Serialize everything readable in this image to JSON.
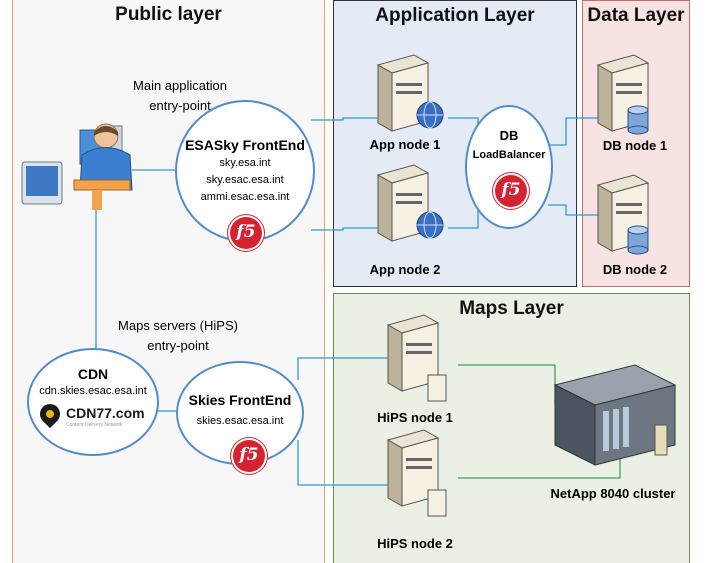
{
  "layers": {
    "public": {
      "title": "Public layer",
      "bg": "#f7f7f7",
      "border": "#e8a56a"
    },
    "application": {
      "title": "Application Layer",
      "bg": "#e5ebf4",
      "border": "#333333"
    },
    "data": {
      "title": "Data Layer",
      "bg": "#f8e3e3",
      "border": "#c66b6b"
    },
    "maps": {
      "title": "Maps Layer",
      "bg": "#eaf0e3",
      "border": "#6a8a4f"
    }
  },
  "labels": {
    "main_entry": "Main application\nentry-point",
    "maps_entry": "Maps servers (HiPS)\nentry-point"
  },
  "esasky": {
    "title": "ESASky FrontEnd",
    "host1": "sky.esa.int",
    "host2": "sky.esac.esa.int",
    "host3": "ammi.esac.esa.int"
  },
  "skies": {
    "title": "Skies FrontEnd",
    "host": "skies.esac.esa.int"
  },
  "cdn": {
    "title": "CDN",
    "host": "cdn.skies.esac.esa.int",
    "logo_text": "CDN77.com",
    "logo_tagline": "Content Delivery Network"
  },
  "db_lb": {
    "line1": "DB",
    "line2": "LoadBalancer"
  },
  "nodes": {
    "app1": "App node 1",
    "app2": "App node 2",
    "db1": "DB node 1",
    "db2": "DB node 2",
    "hips1": "HiPS node 1",
    "hips2": "HiPS node 2",
    "netapp": "NetApp 8040 cluster"
  },
  "f5_label": "f5",
  "icons": {
    "user": "user-at-computer-icon",
    "server": "server-tower-icon",
    "globe": "globe-icon",
    "database": "database-cylinder-icon",
    "storage": "storage-array-icon",
    "f5": "f5-logo-icon",
    "cdn_pin": "location-pin-icon"
  },
  "colors": {
    "link_blue": "#2e9ad6",
    "link_green": "#3aa55a",
    "f5_red": "#d7232f",
    "oval_border": "#4f8bd1"
  }
}
